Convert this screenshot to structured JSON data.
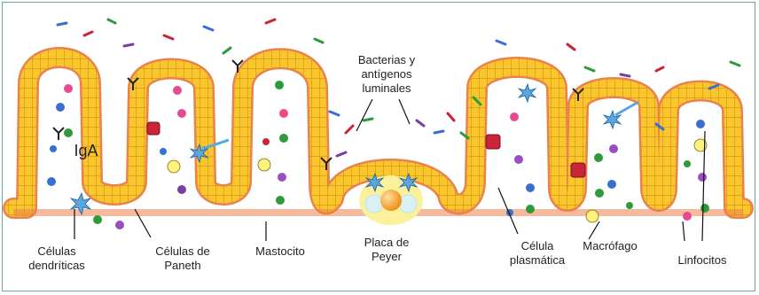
{
  "labels": {
    "bacteria": [
      "Bacterias y",
      "antígenos",
      "luminales"
    ],
    "iga": "IgA",
    "dendritic": [
      "Células",
      "dendríticas"
    ],
    "paneth": [
      "Células  de",
      "Paneth"
    ],
    "mast": "Mastocito",
    "peyer": [
      "Placa de",
      "Peyer"
    ],
    "plasma": [
      "Célula",
      "plasmática"
    ],
    "macrophage": "Macrófago",
    "lymphocytes": "Linfocitos"
  },
  "colors": {
    "frame": "#6aa7a3",
    "epithelium": "#f5ad1e",
    "epithelium_cell": "#f9c72c",
    "outline": "#e9824d",
    "lamina": "#ffffff",
    "peyer": "#fbf19c"
  }
}
